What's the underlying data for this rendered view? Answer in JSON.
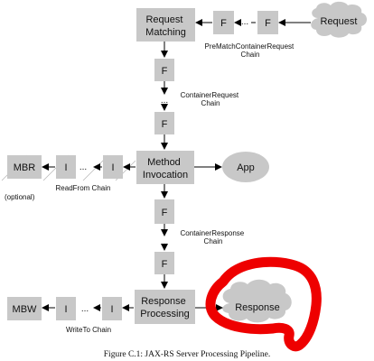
{
  "nodes": {
    "request_matching": "Request\nMatching",
    "method_invocation": "Method\nInvocation",
    "response_processing": "Response\nProcessing",
    "request": "Request",
    "app": "App",
    "response": "Response",
    "mbr": "MBR",
    "mbw": "MBW",
    "filter": "F",
    "interceptor": "I",
    "ellipsis": "..."
  },
  "labels": {
    "prematch": "PreMatchContainerRequest\nChain",
    "container_request": "ContainerRequest\nChain",
    "container_response": "ContainerResponse\nChain",
    "read_from": "ReadFrom Chain",
    "write_to": "WriteTo Chain",
    "optional": "(optional)"
  },
  "caption": "Figure C.1: JAX-RS Server Processing Pipeline.",
  "colors": {
    "node_fill": "#c8c8c8",
    "highlight_stroke": "#ee0000"
  }
}
